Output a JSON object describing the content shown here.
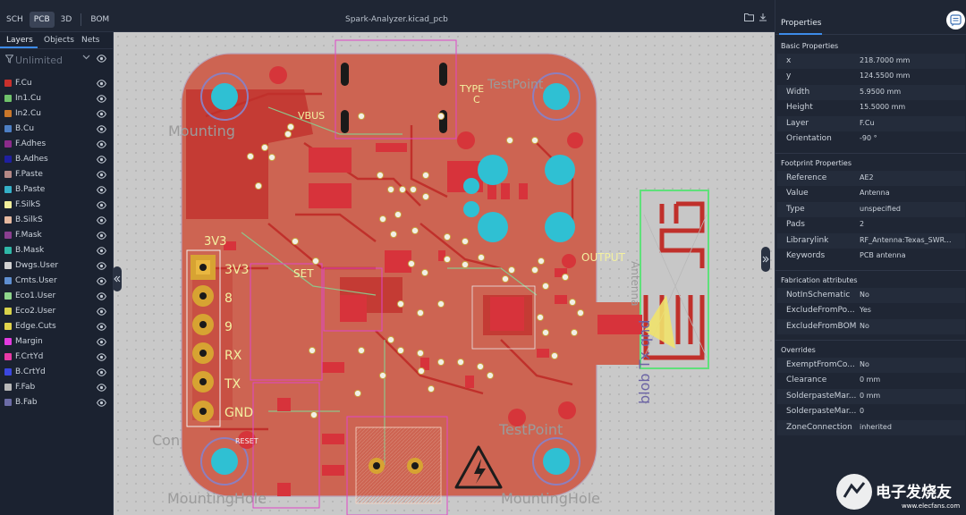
{
  "view_tabs": [
    {
      "label": "SCH",
      "active": false
    },
    {
      "label": "PCB",
      "active": true
    },
    {
      "label": "3D",
      "active": false
    },
    {
      "label": "BOM",
      "active": false
    }
  ],
  "document_title": "Spark-Analyzer.kicad_pcb",
  "left_tabs": [
    "Layers",
    "Objects",
    "Nets"
  ],
  "filter": {
    "placeholder": "Unlimited"
  },
  "layers": [
    {
      "name": "F.Cu",
      "color": "#c8302c"
    },
    {
      "name": "In1.Cu",
      "color": "#6fc26b"
    },
    {
      "name": "In2.Cu",
      "color": "#c9772a"
    },
    {
      "name": "B.Cu",
      "color": "#4d7fc4"
    },
    {
      "name": "F.Adhes",
      "color": "#8b2b8b"
    },
    {
      "name": "B.Adhes",
      "color": "#1f1fa0"
    },
    {
      "name": "F.Paste",
      "color": "#b48886"
    },
    {
      "name": "B.Paste",
      "color": "#34b0c8"
    },
    {
      "name": "F.SilkS",
      "color": "#f2ef9c"
    },
    {
      "name": "B.SilkS",
      "color": "#e6b9a0"
    },
    {
      "name": "F.Mask",
      "color": "#8a3f90"
    },
    {
      "name": "B.Mask",
      "color": "#2fb8a8"
    },
    {
      "name": "Dwgs.User",
      "color": "#d2d2d2"
    },
    {
      "name": "Cmts.User",
      "color": "#5f8fd1"
    },
    {
      "name": "Eco1.User",
      "color": "#8ed58c"
    },
    {
      "name": "Eco2.User",
      "color": "#d8d24a"
    },
    {
      "name": "Edge.Cuts",
      "color": "#e1d34c"
    },
    {
      "name": "Margin",
      "color": "#e33be0"
    },
    {
      "name": "F.CrtYd",
      "color": "#e83aa6"
    },
    {
      "name": "B.CrtYd",
      "color": "#3b47e0"
    },
    {
      "name": "F.Fab",
      "color": "#b8b8b8"
    },
    {
      "name": "B.Fab",
      "color": "#6c6ca6"
    }
  ],
  "pcb": {
    "silk": {
      "v3_3": "3V3",
      "pin_labels": [
        "3V3",
        "8",
        "9",
        "RX",
        "TX",
        "GND"
      ],
      "vbus": "VBUS",
      "type_c": [
        "TYPE",
        "C"
      ],
      "output": "OUTPUT",
      "set": "SET",
      "reset": "RESET",
      "conn": "Con",
      "mounting_top": "Mounting",
      "mounting_bottom_left": "MountingHole",
      "mounting_bottom_right": "MountingHole",
      "test_point": "TestPoint",
      "test_point_top": "TestPoint",
      "antenna": "Antenna",
      "blob": "blob Tx qnd"
    }
  },
  "properties_title": "Properties",
  "sections": [
    {
      "title": "Basic Properties",
      "rows": [
        {
          "key": "x",
          "value": "218.7000 mm"
        },
        {
          "key": "y",
          "value": "124.5500 mm"
        },
        {
          "key": "Width",
          "value": "5.9500 mm"
        },
        {
          "key": "Height",
          "value": "15.5000 mm"
        },
        {
          "key": "Layer",
          "value": "F.Cu"
        },
        {
          "key": "Orientation",
          "value": "-90 °"
        }
      ]
    },
    {
      "title": "Footprint Properties",
      "rows": [
        {
          "key": "Reference",
          "value": "AE2"
        },
        {
          "key": "Value",
          "value": "Antenna"
        },
        {
          "key": "Type",
          "value": "unspecified"
        },
        {
          "key": "Pads",
          "value": "2"
        },
        {
          "key": "Librarylink",
          "value": "RF_Antenna:Texas_SWR..."
        },
        {
          "key": "Keywords",
          "value": "PCB antenna"
        }
      ]
    },
    {
      "title": "Fabrication attributes",
      "rows": [
        {
          "key": "NotInSchematic",
          "value": "No"
        },
        {
          "key": "ExcludeFromPo...",
          "value": "Yes"
        },
        {
          "key": "ExcludeFromBOM",
          "value": "No"
        }
      ]
    },
    {
      "title": "Overrides",
      "rows": [
        {
          "key": "ExemptFromCo...",
          "value": "No"
        },
        {
          "key": "Clearance",
          "value": "0 mm"
        },
        {
          "key": "SolderpasteMar...",
          "value": "0 mm"
        },
        {
          "key": "SolderpasteMar...",
          "value": "0"
        },
        {
          "key": "ZoneConnection",
          "value": "inherited"
        }
      ]
    }
  ],
  "watermark": {
    "text": "电子发烧友",
    "url": "www.elecfans.com"
  }
}
